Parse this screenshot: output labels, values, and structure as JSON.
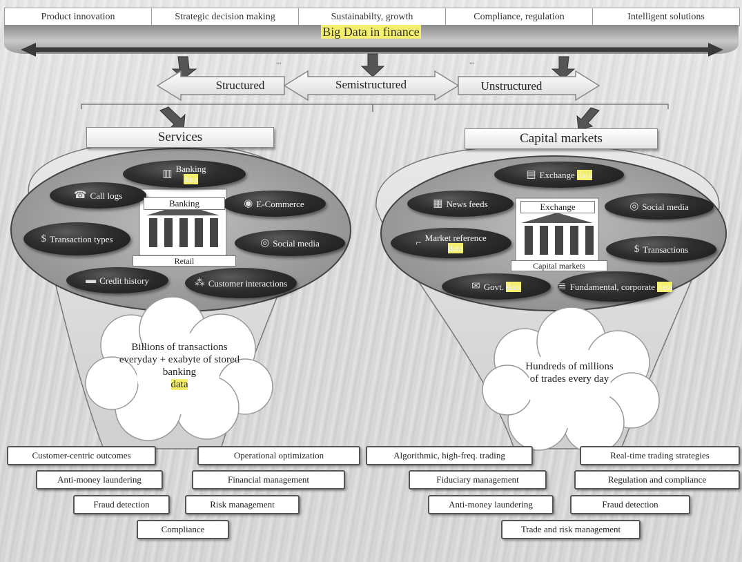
{
  "top_items": [
    "Product innovation",
    "Strategic decision making",
    "Sustainabilty, growth",
    "Compliance, regulation",
    "Intelligent solutions"
  ],
  "title": {
    "prefix": "Big Data ",
    "highlight": "in finance"
  },
  "data_types": {
    "structured": "Structured",
    "semistructured": "Semistructured",
    "unstructured": "Unstructured",
    "ellipsis": "..."
  },
  "services": {
    "header": "Services",
    "center_top": "Banking",
    "center_bottom": "Retail",
    "sources": [
      {
        "text": "Banking",
        "highlight": "data",
        "icon": "building-icon"
      },
      {
        "text": "Call logs",
        "icon": "phone-icon"
      },
      {
        "text": "E-Commerce",
        "icon": "cart-icon"
      },
      {
        "text": "Transaction types",
        "icon": "dollar-icon"
      },
      {
        "text": "Social media",
        "icon": "social-icon"
      },
      {
        "text": "Credit history",
        "icon": "card-icon"
      },
      {
        "text": "Customer interactions",
        "icon": "people-icon"
      }
    ],
    "cloud": {
      "text": "Billions of transactions everyday + exabyte of stored banking",
      "highlight": "data"
    },
    "outcomes": [
      "Customer-centric outcomes",
      "Operational optimization",
      "Anti-money laundering",
      "Financial management",
      "Fraud detection",
      "Risk management",
      "Compliance"
    ]
  },
  "capital": {
    "header": "Capital markets",
    "center_top": "Exchange",
    "center_bottom": "Capital markets",
    "sources": [
      {
        "text": "Exchange",
        "highlight": "data",
        "icon": "exchange-icon"
      },
      {
        "text": "News feeds",
        "icon": "news-icon"
      },
      {
        "text": "Social media",
        "icon": "social-icon"
      },
      {
        "text": "Market reference",
        "highlight": "data",
        "icon": "chart-icon"
      },
      {
        "text": "Transactions",
        "icon": "dollar-icon"
      },
      {
        "text": "Govt.",
        "highlight": "data",
        "icon": "govt-icon"
      },
      {
        "text": "Fundamental, corporate",
        "highlight": "data",
        "icon": "database-icon"
      }
    ],
    "cloud": {
      "text": "Hundreds of millions of trades every day"
    },
    "outcomes": [
      "Algorithmic, high-freq. trading",
      "Real-time trading strategies",
      "Fiduciary management",
      "Regulation and compliance",
      "Anti-money laundering",
      "Fraud detection",
      "Trade and risk management"
    ]
  },
  "colors": {
    "highlight": "#f3ef6c",
    "pill": "#2e2e2e",
    "band": "#9a9a9a"
  }
}
